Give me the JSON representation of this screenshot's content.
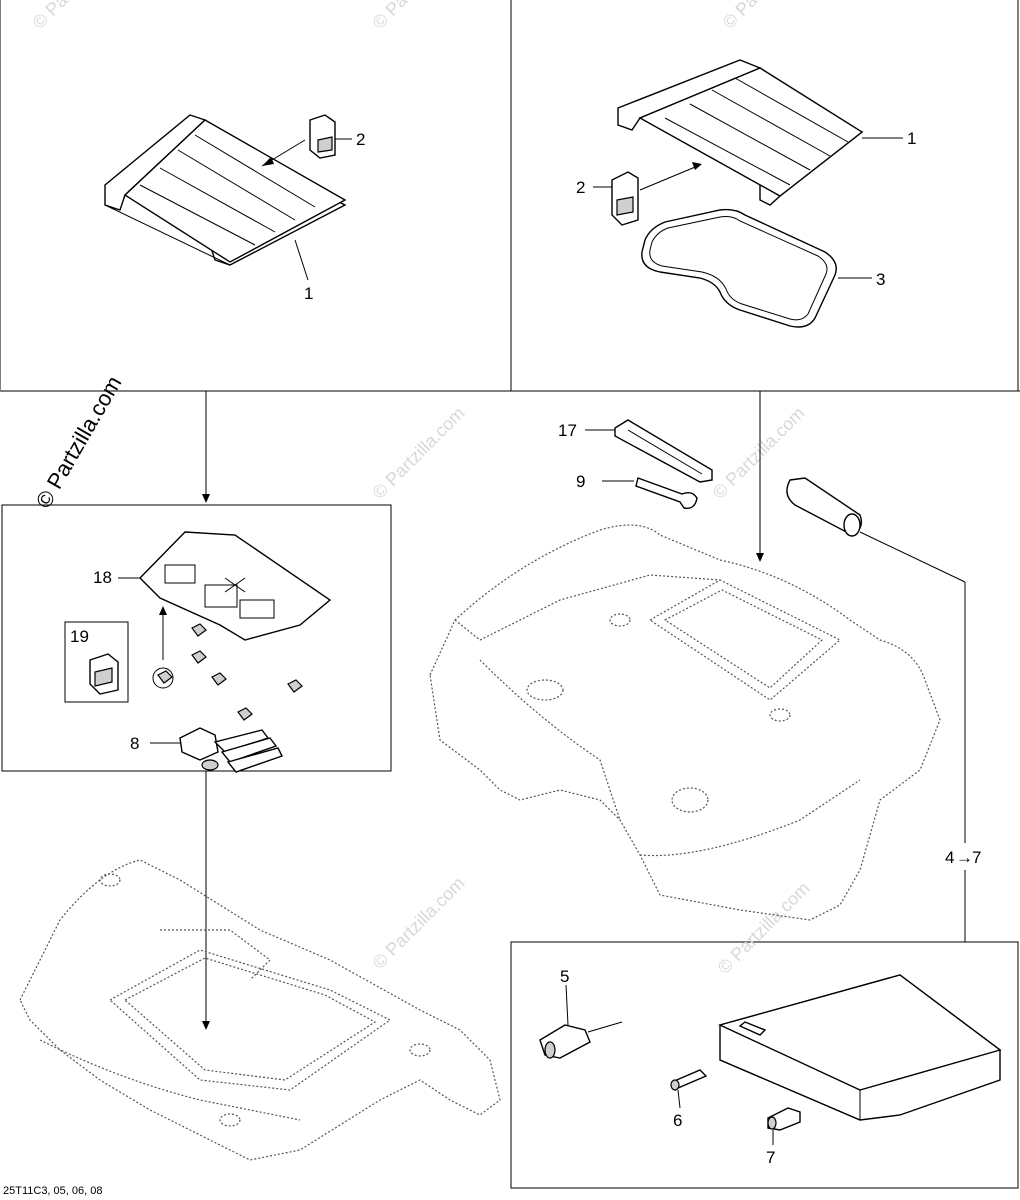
{
  "watermark": {
    "side_text": "© Partzilla.com",
    "faint_text": "© Partzilla.com"
  },
  "callouts": {
    "top_left_rack": "1",
    "top_left_clip": "2",
    "top_right_rack": "1",
    "top_right_clip": "2",
    "top_right_seal": "3",
    "tray_cover": "17",
    "wrench": "9",
    "tray": "18",
    "clip_box": "19",
    "strap": "8",
    "range": "4",
    "range_end": "7",
    "screwdriver": "5",
    "fuse_small": "6",
    "fuse_holder": "7"
  },
  "diagram_code": "25T11C3, 05, 06, 08"
}
